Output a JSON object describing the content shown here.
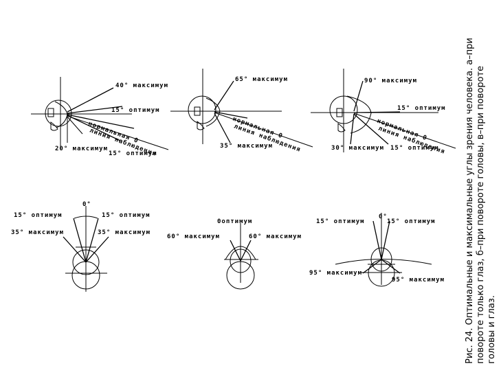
{
  "caption": {
    "line1": "Рис. 24. Оптимальные и максимальные углы зрения человека. а–при",
    "line2": "повороте только глаз, б–при повороте головы, в–при повороте",
    "line3": "головы и глаз."
  },
  "side_views": [
    {
      "upper_label": "40° максимум",
      "horizontal_label": "15° оптимум",
      "sight_line_label_1": "нормальная 0",
      "sight_line_label_2": "линия наблюдения",
      "lower_max_label": "20° максимум",
      "lower_opt_label": "15° оптимум"
    },
    {
      "upper_label": "65° максимум",
      "sight_line_label_1": "нормальная 0",
      "sight_line_label_2": "линия наблюдения",
      "lower_max_label": "35° максимум"
    },
    {
      "upper_label": "90° максимум",
      "horizontal_label": "15° оптимум",
      "sight_line_label_1": "нормальная 0",
      "sight_line_label_2": "линия наблюдения",
      "lower_max_label": "30° максимум",
      "lower_opt_label": "15° оптимум"
    }
  ],
  "top_views": [
    {
      "center_label": "0°",
      "left_opt_label": "15° оптимум",
      "right_opt_label": "15° оптимум",
      "left_max_label": "35° максимум",
      "right_max_label": "35° максимум"
    },
    {
      "center_label": "0оптимум",
      "left_max_label": "60° максимум",
      "right_max_label": "60° максимум"
    },
    {
      "center_label": "0°",
      "left_opt_label": "15° оптимум",
      "right_opt_label": "15° оптимум",
      "left_max_label": "95° максимум",
      "right_max_label": "95° максимум"
    }
  ]
}
